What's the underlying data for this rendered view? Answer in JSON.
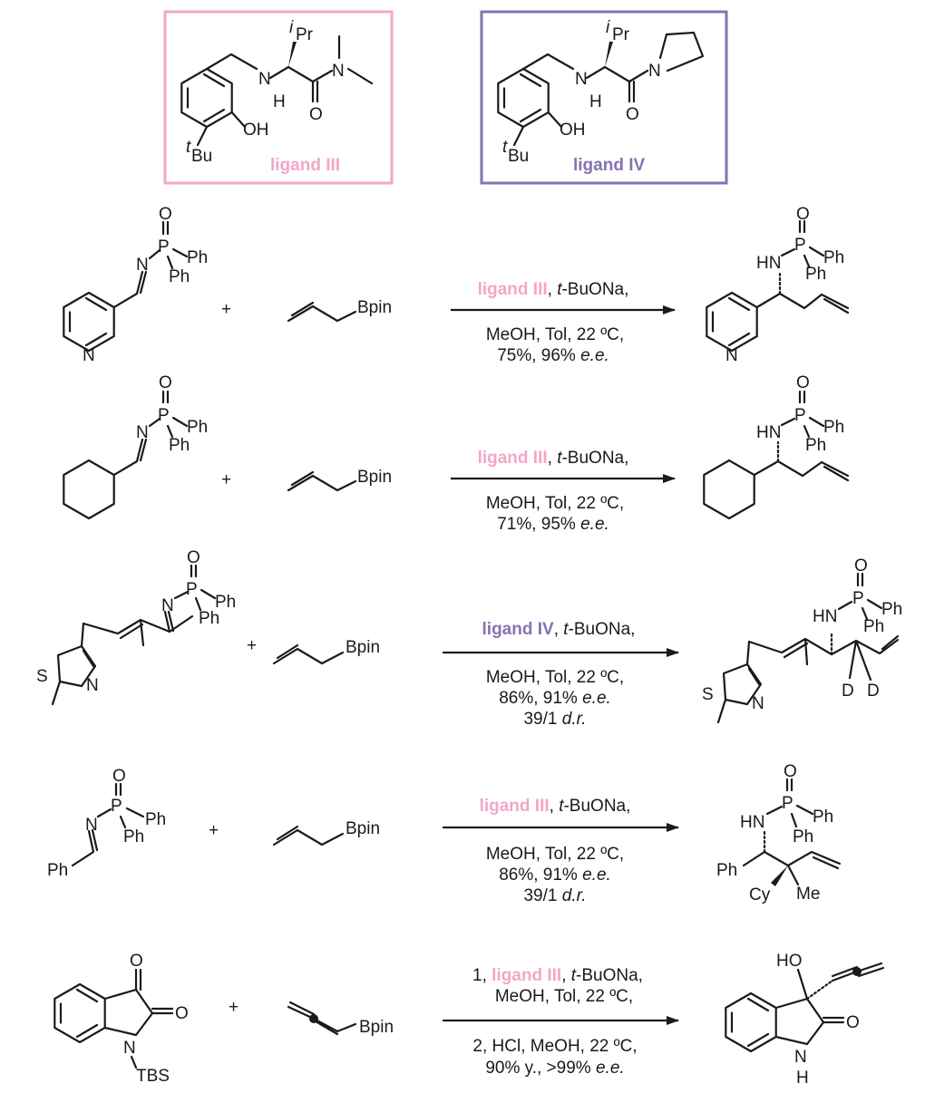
{
  "ligands": {
    "ligand3": {
      "label": "ligand III",
      "color": "#f4a6c8"
    },
    "ligand4": {
      "label": "ligand IV",
      "color": "#8672b4"
    }
  },
  "atoms": {
    "iPr_i": "i",
    "iPr": "Pr",
    "tBu_t": "t",
    "tBu": "Bu",
    "N": "N",
    "H": "H",
    "O": "O",
    "OH": "OH",
    "P": "P",
    "Ph": "Ph",
    "HN": "HN",
    "S": "S",
    "D": "D",
    "Bpin": "Bpin",
    "Cy": "Cy",
    "Me": "Me",
    "HO": "HO",
    "TBS": "TBS",
    "plus": "+"
  },
  "reactions": [
    {
      "top": [
        "ligand III",
        ", ",
        "t",
        "-BuONa,"
      ],
      "mid": "MeOH, Tol, 22 ºC,",
      "yield": "75%, 96% ",
      "ee": "e.e."
    },
    {
      "top": [
        "ligand III",
        ", ",
        "t",
        "-BuONa,"
      ],
      "mid": "MeOH, Tol, 22 ºC,",
      "yield": "71%, 95% ",
      "ee": "e.e."
    },
    {
      "top": [
        "ligand IV",
        ", ",
        "t",
        "-BuONa,"
      ],
      "mid": "MeOH, Tol, 22 ºC,",
      "yield": "86%, 91% ",
      "ee": "e.e.",
      "dr_value": "39/1 ",
      "dr": "d.r."
    },
    {
      "top": [
        "ligand III",
        ", ",
        "t",
        "-BuONa,"
      ],
      "mid": "MeOH, Tol, 22 ºC,",
      "yield": "86%, 91% ",
      "ee": "e.e.",
      "dr_value": "39/1 ",
      "dr": "d.r."
    },
    {
      "top": [
        "1, ",
        "ligand III",
        ", ",
        "t",
        "-BuONa,"
      ],
      "mid": "MeOH, Tol, 22 ºC,",
      "step2": "2, HCl, MeOH, 22 ºC,",
      "yield": "90% y., >99% ",
      "ee": "e.e."
    }
  ]
}
